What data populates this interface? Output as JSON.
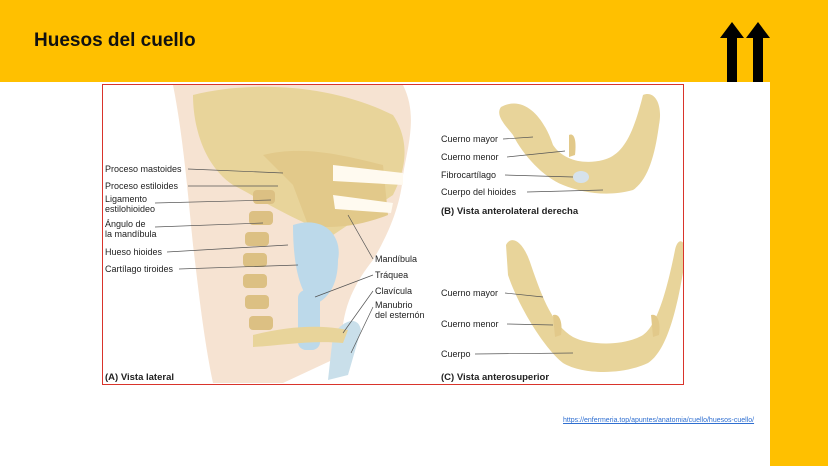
{
  "slide": {
    "title": "Huesos del cuello",
    "source_link": "https://enfermeria.top/apuntes/anatomia/cuello/huesos-cuello/"
  },
  "figure_a": {
    "caption": "(A) Vista lateral",
    "labels": [
      "Proceso mastoides",
      "Proceso estiloides",
      "Ligamento",
      "estilohioideo",
      "Ángulo de",
      "la mandíbula",
      "Hueso hioides",
      "Cartílago tiroides",
      "Mandíbula",
      "Tráquea",
      "Clavícula",
      "Manubrio",
      "del esternón"
    ]
  },
  "figure_b": {
    "caption": "(B) Vista anterolateral derecha",
    "labels": [
      "Cuerno mayor",
      "Cuerno menor",
      "Fibrocartílago",
      "Cuerpo del hioides"
    ]
  },
  "figure_c": {
    "caption": "(C) Vista anterosuperior",
    "labels": [
      "Cuerno mayor",
      "Cuerno menor",
      "Cuerpo"
    ]
  },
  "colors": {
    "accent": "#FFC000",
    "frame": "#d9342b",
    "bone": "#e8d49a",
    "cartilage": "#bcd9ea"
  }
}
